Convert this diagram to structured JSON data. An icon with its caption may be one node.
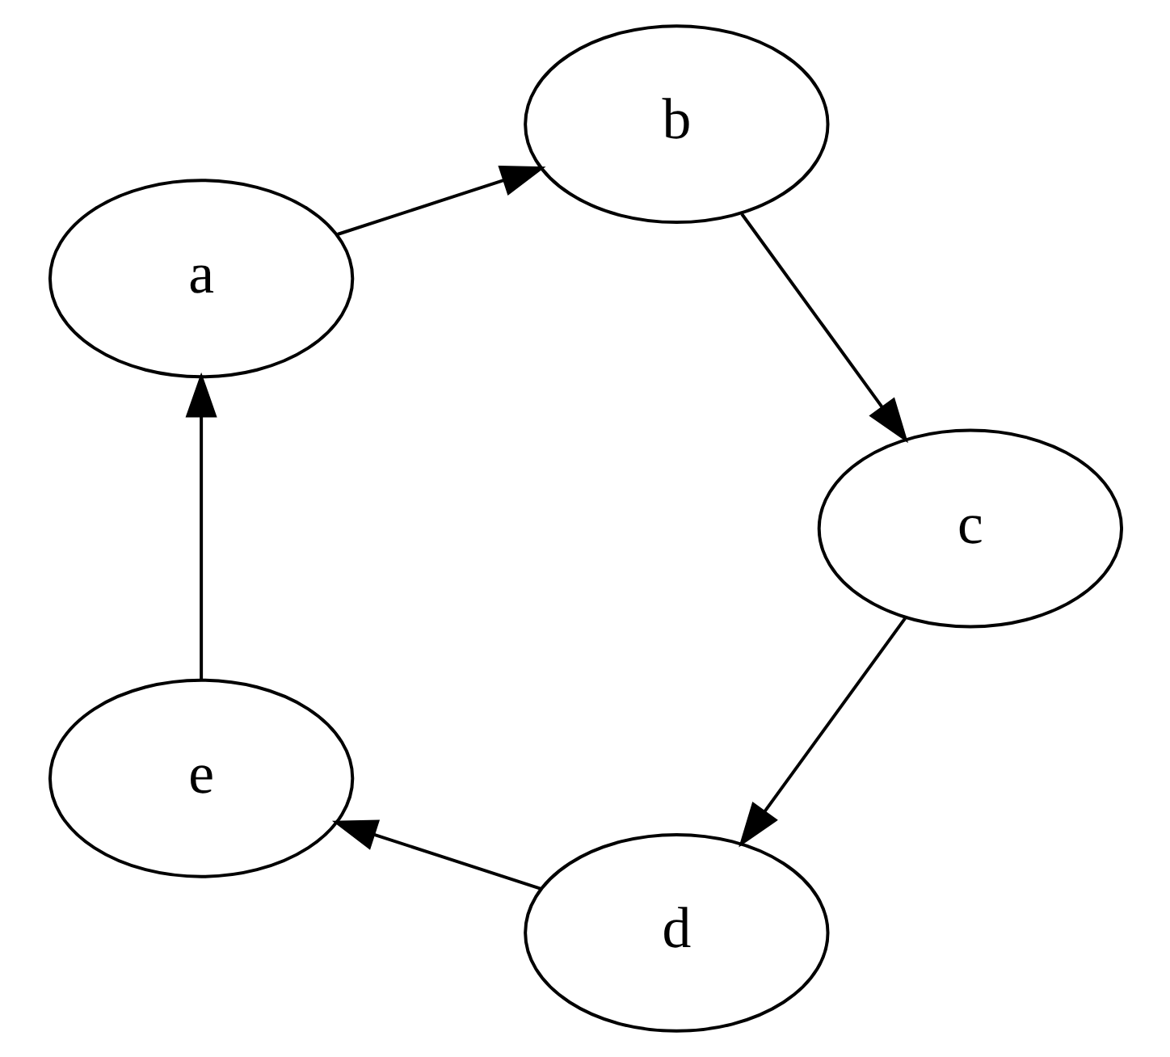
{
  "diagram": {
    "nodes": [
      {
        "text": [
          "d"
        ]
      },
      {
        "text": [
          "c"
        ]
      },
      {
        "text": [
          "e"
        ]
      },
      {
        "text": [
          "b"
        ]
      },
      {
        "text": [
          "a"
        ]
      }
    ],
    "edges": [
      {
        "from": 4,
        "to": 3,
        "arrow": "to"
      },
      {
        "from": 3,
        "to": 1,
        "arrow": "to"
      },
      {
        "from": 1,
        "to": 0,
        "arrow": "to"
      },
      {
        "from": 0,
        "to": 2,
        "arrow": "to"
      },
      {
        "from": 2,
        "to": 4,
        "arrow": "to"
      }
    ]
  }
}
